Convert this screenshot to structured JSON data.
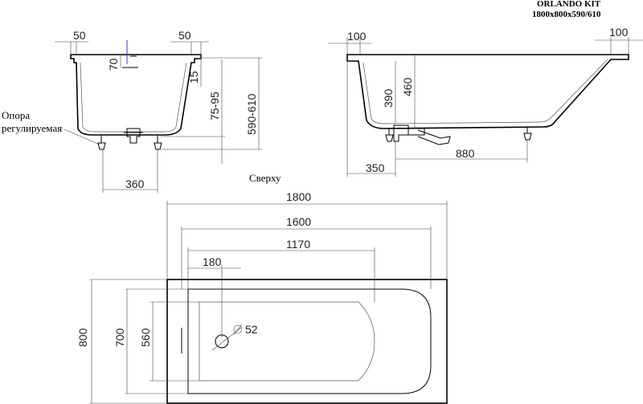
{
  "title": {
    "model": "ORLANDO KIT",
    "size": "1800x800x590/610"
  },
  "front_view": {
    "rim_left": "50",
    "rim_right": "50",
    "overflow": "70",
    "rim_thickness": "15",
    "leg_range": "75-95",
    "height": "590-610",
    "leg_spacing": "360",
    "support_label_line1": "Опора",
    "support_label_line2": "регулируемая"
  },
  "side_view": {
    "rim_left": "100",
    "rim_right": "100",
    "depth_inner": "390",
    "depth_outer": "460",
    "drain_offset": "350",
    "legs_spacing": "880"
  },
  "top_view": {
    "label": "Сверху",
    "total_length": "1800",
    "inner_length": "1600",
    "flat_length": "1170",
    "drain_offset": "180",
    "drain_diameter": "52",
    "total_width": "800",
    "inner_width": "700",
    "flat_width": "560"
  }
}
